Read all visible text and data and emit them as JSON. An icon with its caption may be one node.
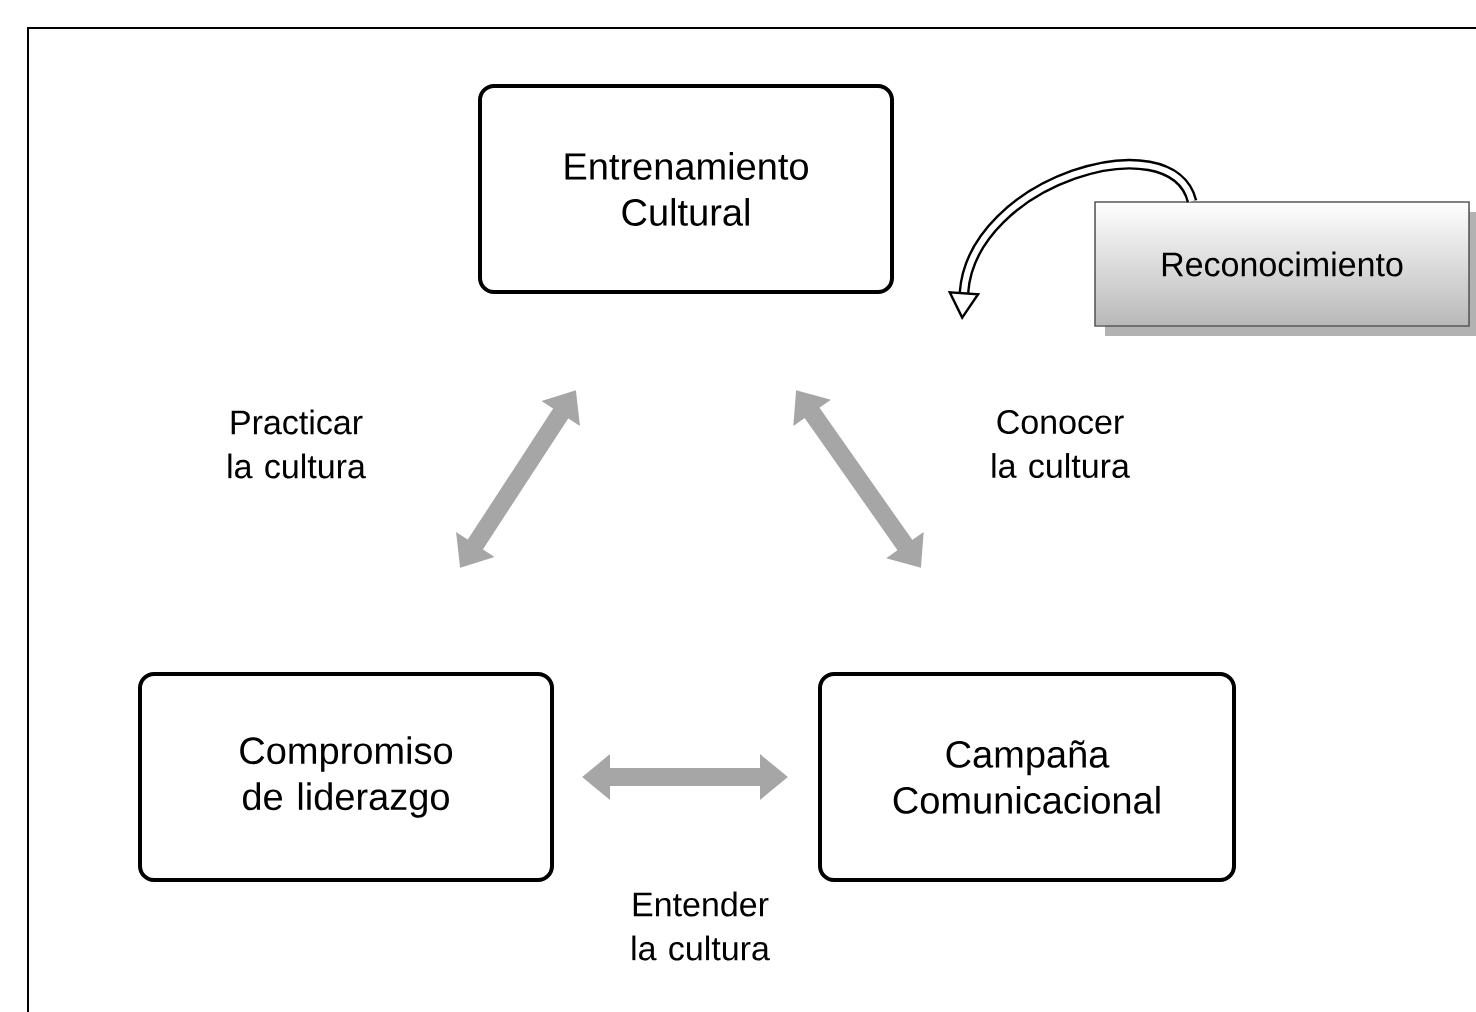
{
  "diagram": {
    "nodes": [
      {
        "text": [
          "Entrenamiento Cultural"
        ]
      },
      {
        "text": [
          "Reconocimiento"
        ]
      },
      {
        "text": [
          "Compromiso de liderazgo"
        ]
      },
      {
        "text": [
          "Campaña Comunicacional"
        ]
      }
    ],
    "edges": [
      {
        "from": 0,
        "to": 2,
        "arrow": "both",
        "label": "Practicar la cultura"
      },
      {
        "from": 0,
        "to": 3,
        "arrow": "both",
        "label": "Conocer la cultura"
      },
      {
        "from": 2,
        "to": 3,
        "arrow": "both",
        "label": "Entender la cultura"
      },
      {
        "from": 1,
        "to": null,
        "arrow": "to",
        "color": "#000000"
      }
    ]
  }
}
